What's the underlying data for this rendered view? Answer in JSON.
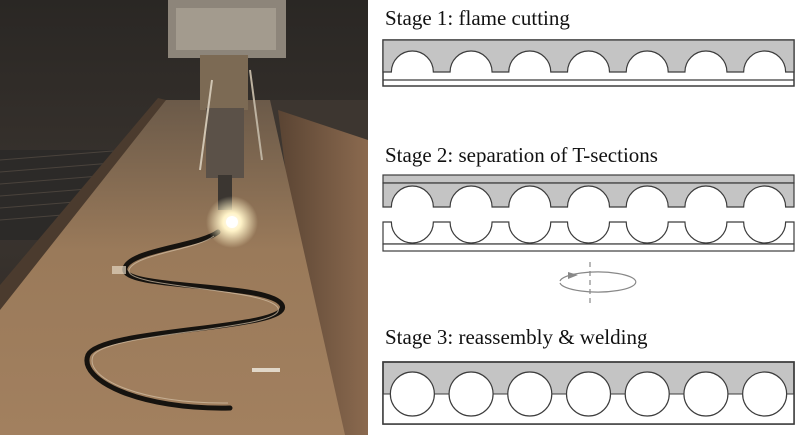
{
  "photo": {
    "subject": "cnc-flame-cutting-of-steel-beam-web",
    "colors": {
      "steel": "#8a6a4c",
      "flame": "#fff6d8",
      "shadow": "#1c1a18"
    }
  },
  "diagram": {
    "colors": {
      "flange": "#c4c4c4",
      "outline": "#3c3c3c",
      "white": "#ffffff",
      "rotation_arrow": "#888888"
    },
    "stages": [
      {
        "title": "Stage 1: flame cutting"
      },
      {
        "title": "Stage 2: separation of T-sections"
      },
      {
        "title": "Stage 3: reassembly & welding"
      }
    ],
    "rotation_icon": "flip-rotation-arrow-icon"
  }
}
